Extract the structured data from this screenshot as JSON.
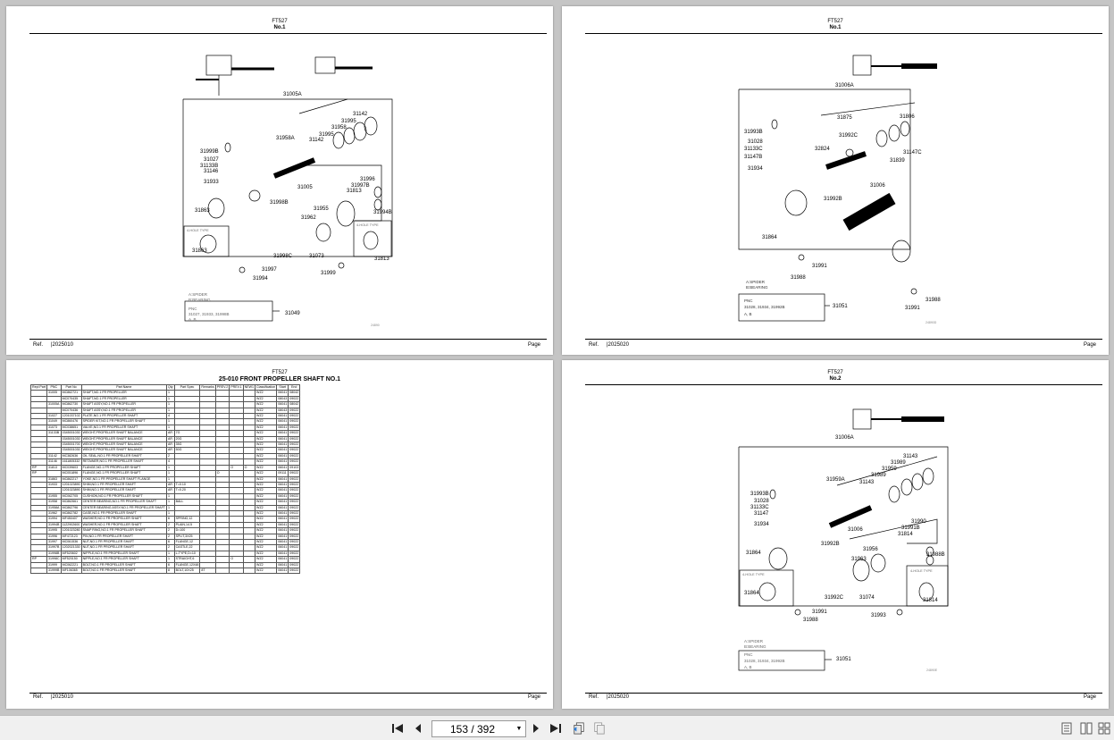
{
  "pages": {
    "top_left": {
      "model": "FT527",
      "shaft": "No.1",
      "ref_label": "Ref.",
      "ref_value": "|2025010",
      "page_label": "Page",
      "callouts": [
        "31005A",
        "31142",
        "31995",
        "31958",
        "31958A",
        "31995",
        "31142",
        "31999B",
        "31027",
        "31133B",
        "31146",
        "31933",
        "31005",
        "31998B",
        "31996",
        "31997B",
        "31813",
        "31863",
        "31955",
        "31962",
        "31994B",
        "31863",
        "31813",
        "31998C",
        "31073",
        "31997",
        "31994",
        "31999",
        "31049"
      ],
      "box_note_line1": "A:SPIDER",
      "box_note_line2": "B:BEARING",
      "pnc_label": "PNC",
      "pnc_list": "31027, 31933, 31998B",
      "pnc_ab": "A, B",
      "inset_label": "4-HOLE TYPE",
      "inset_label2": "4-HOLE TYPE",
      "figure_no": "24890"
    },
    "top_right": {
      "model": "FT527",
      "shaft": "No.1",
      "ref_label": "Ref.",
      "ref_value": "|2025020",
      "page_label": "Page",
      "callouts": [
        "31006A",
        "31875",
        "31806",
        "31993B",
        "31992C",
        "31028",
        "31133C",
        "32824",
        "31147C",
        "31147B",
        "31839",
        "31934",
        "31006",
        "31992B",
        "31864",
        "31991",
        "31988",
        "31988",
        "31991",
        "31051"
      ],
      "box_note_line1": "A:SPIDER",
      "box_note_line2": "B:BEARING",
      "pnc_label": "PNC",
      "pnc_list": "31028, 31934, 31992B",
      "pnc_ab": "A, B",
      "figure_no": "24890D"
    },
    "bottom_left": {
      "model": "FT527",
      "title": "25-010 FRONT PROPELLER SHAFT NO.1",
      "ref_label": "Ref.",
      "ref_value": "|2025010",
      "page_label": "Page",
      "columns": [
        "Repl Part",
        "PNC",
        "Part No",
        "Part Name",
        "Qty",
        "Part Spec",
        "Remarks",
        "PREV.2",
        "PREV.1",
        "NEW1",
        "Classification",
        "Start",
        "End"
      ],
      "rows": [
        [
          "",
          "31005",
          "MC862721",
          "SHAFT,NO.1 FR PROPELLER",
          "1",
          "",
          "",
          "",
          "",
          "",
          "WZ2",
          "06041",
          "08042"
        ],
        [
          "",
          "",
          "MC070435",
          "SHAFT,NO.1 FR PROPELLER",
          "1",
          "",
          "",
          "",
          "",
          "",
          "WZ2",
          "08043",
          "09022"
        ],
        [
          "",
          "31005A",
          "MC862730",
          "SHAFT ASSY,NO.1 FR PROPELLER",
          "1",
          "",
          "",
          "",
          "",
          "",
          "WZ2",
          "06041",
          "08042"
        ],
        [
          "",
          "",
          "MC070436",
          "SHAFT ASSY,NO.1 FR PROPELLER",
          "1",
          "",
          "",
          "",
          "",
          "",
          "WZ2",
          "08043",
          "09022"
        ],
        [
          "",
          "31027",
          "1201037102",
          "PLATE,NO.1 FR PROPELLER SHAFT",
          "4",
          "",
          "",
          "",
          "",
          "",
          "WZ2",
          "06041",
          "09022"
        ],
        [
          "",
          "31049",
          "MC860476",
          "SPIDER KIT,NO.1 FR PROPELLER SHAFT",
          "1",
          "",
          "",
          "",
          "",
          "",
          "WZ2",
          "06041",
          "09022"
        ],
        [
          "",
          "31073",
          "MC038651",
          "VALVE,NO.1 FR PROPELLER SHAFT",
          "1",
          "",
          "",
          "",
          "",
          "",
          "WZ2",
          "06041",
          "09022"
        ],
        [
          "",
          "31133B",
          "0345001030",
          "WEIGHT,PROPELLER SHAFT BALANCE",
          "AR",
          "7G",
          "",
          "",
          "",
          "",
          "WZ2",
          "06041",
          "09022"
        ],
        [
          "",
          "",
          "0345001030",
          "WEIGHT,PROPELLER SHAFT BALANCE",
          "AR",
          "20G",
          "",
          "",
          "",
          "",
          "WZ2",
          "06041",
          "09022"
        ],
        [
          "",
          "",
          "0345001700",
          "WEIGHT,PROPELLER SHAFT BALANCE",
          "AR",
          "35G",
          "",
          "",
          "",
          "",
          "WZ2",
          "06041",
          "09022"
        ],
        [
          "",
          "",
          "0345001030",
          "WEIGHT,PROPELLER SHAFT BALANCE",
          "AR",
          "50G",
          "",
          "",
          "",
          "",
          "WZ2",
          "06041",
          "09022"
        ],
        [
          "",
          "31142",
          "MC382636",
          "OIL SEAL,NO.1 FR PROPELLER SHAFT",
          "2",
          "",
          "",
          "",
          "",
          "",
          "WZ2",
          "06041",
          "09022"
        ],
        [
          "",
          "31146",
          "1611805332",
          "RETAINER,NO.1 FR PROPELLER SHAFT",
          "4",
          "",
          "",
          "",
          "",
          "",
          "WZ2",
          "06041",
          "09022"
        ],
        [
          "RP",
          "31813",
          "MC039603",
          "FLANGE,NO.1 FR PROPELLER SHAFT",
          "1",
          "",
          "",
          "",
          "O",
          "O",
          "WZ2",
          "06041",
          "09103"
        ],
        [
          "RP",
          "",
          "MC051896",
          "FLANGE,NO.1 FR PROPELLER SHAFT",
          "1",
          "",
          "",
          "O",
          "",
          "",
          "WZ2",
          "09111",
          "09022"
        ],
        [
          "",
          "31863",
          "MC862217",
          "YOKE,NO.1 FR PROPELLER SHAFT FLANGE",
          "1",
          "",
          "",
          "",
          "",
          "",
          "WZ2",
          "06041",
          "09022"
        ],
        [
          "",
          "31933",
          "1201023890",
          "SHIM,NO.1 FR PROPELLER SHAFT",
          "AR",
          "T=0.10",
          "",
          "",
          "",
          "",
          "WZ2",
          "06041",
          "09022"
        ],
        [
          "",
          "",
          "1201023890",
          "SHIM,NO.1 FR PROPELLER SHAFT",
          "AR",
          "T=0.20",
          "",
          "",
          "",
          "",
          "WZ2",
          "06041",
          "09022"
        ],
        [
          "",
          "31955",
          "MC062705",
          "CUSHION,NO.1 FR PROPELLER SHAFT",
          "1",
          "",
          "",
          "",
          "",
          "",
          "WZ2",
          "06041",
          "09022"
        ],
        [
          "",
          "31958",
          "MC862661",
          "CENTER BEARING,NO.1 FR PROPELLER SHAFT",
          "1",
          "BALL",
          "",
          "",
          "",
          "",
          "WZ2",
          "06041",
          "09022"
        ],
        [
          "",
          "31958A",
          "MC862796",
          "CENTER BEARING ASSY,NO.1 FR PROPELLER SHAFT",
          "1",
          "",
          "",
          "",
          "",
          "",
          "WZ2",
          "06041",
          "09022"
        ],
        [
          "",
          "31962",
          "MC862782",
          "CASE,NO.1 FR PROPELLER SHAFT",
          "1",
          "",
          "",
          "",
          "",
          "",
          "WZ2",
          "06041",
          "09022"
        ],
        [
          "",
          "31994",
          "MF450407",
          "WASHER,NO.1 FR PROPELLER SHAFT",
          "6",
          "SPRING,12",
          "",
          "",
          "",
          "",
          "WZ2",
          "06041",
          "09022"
        ],
        [
          "",
          "31994B",
          "1122902600",
          "WASHER,NO.1 FR PROPELLER SHAFT",
          "2",
          "PLAIN,14.5",
          "",
          "",
          "",
          "",
          "WZ2",
          "06041",
          "09022"
        ],
        [
          "",
          "31995",
          "1201023280",
          "SNAP RING,NO.1 FR PROPELLER SHAFT",
          "2",
          "D=100",
          "",
          "",
          "",
          "",
          "WZ2",
          "06041",
          "09022"
        ],
        [
          "",
          "31996",
          "MF472123",
          "PIN,NO.1 FR PROPELLER SHAFT",
          "2",
          "SPLIT,3X25",
          "",
          "",
          "",
          "",
          "WZ2",
          "06041",
          "09022"
        ],
        [
          "",
          "31997",
          "MC061536",
          "NUT,NO.1 FR PROPELLER SHAFT",
          "6",
          "FLANGE,12",
          "",
          "",
          "",
          "",
          "WZ2",
          "06041",
          "09022"
        ],
        [
          "",
          "31997B",
          "1202021330",
          "NUT,NO.1 FR PROPELLER SHAFT",
          "2",
          "CASTLE,22",
          "",
          "",
          "",
          "",
          "WZ2",
          "06041",
          "09022"
        ],
        [
          "",
          "31998B",
          "MF520602",
          "NIPPLE,NO.1 FR PROPELLER SHAFT",
          "1",
          "L-TYPE,D=10",
          "",
          "",
          "",
          "",
          "WZ2",
          "06041",
          "09022"
        ],
        [
          "RP",
          "31998C",
          "MF520150",
          "NIPPLE,NO.1 FR PROPELLER SHAFT",
          "1",
          "STRAIGHT,6",
          "",
          "",
          "O",
          "",
          "WZ2",
          "06041",
          "09022"
        ],
        [
          "",
          "31999",
          "MC062221",
          "BOLT,NO.1 FR PROPELLER SHAFT",
          "6",
          "FLANGE,12X48",
          "",
          "",
          "",
          "",
          "WZ2",
          "06041",
          "09022"
        ],
        [
          "",
          "31999B",
          "MF106365",
          "BOLT,NO.1 FR PROPELLER SHAFT",
          "8",
          "BOLT,10X25",
          "8T",
          "",
          "",
          "",
          "WZ2",
          "06041",
          "09022"
        ]
      ]
    },
    "bottom_right": {
      "model": "FT527",
      "shaft": "No.2",
      "ref_label": "Ref.",
      "ref_value": "|2025020",
      "page_label": "Page",
      "callouts": [
        "31006A",
        "31143",
        "31989",
        "31959",
        "31989",
        "31959A",
        "31143",
        "31993B",
        "31028",
        "31133C",
        "31147",
        "31934",
        "31006",
        "31992B",
        "31990",
        "31991B",
        "31814",
        "31988B",
        "31864",
        "31956",
        "31963",
        "31864",
        "31814",
        "31992C",
        "31074",
        "31991",
        "31988",
        "31993",
        "31051"
      ],
      "box_note_line1": "A:SPIDER",
      "box_note_line2": "B:BEARING",
      "pnc_label": "PNC",
      "pnc_list": "31028, 31934, 31992B",
      "pnc_ab": "A, B",
      "inset_label": "4-HOLE TYPE",
      "inset_label2": "4-HOLE TYPE",
      "figure_no": "24890E"
    }
  },
  "toolbar": {
    "current_page": "153 / 392"
  },
  "icons": {
    "first": "first-page-icon",
    "prev": "prev-page-icon",
    "next": "next-page-icon",
    "last": "last-page-icon",
    "back": "back-icon",
    "forward": "forward-icon",
    "single": "single-page-view-icon",
    "continuous": "continuous-view-icon",
    "facing": "facing-view-icon"
  }
}
